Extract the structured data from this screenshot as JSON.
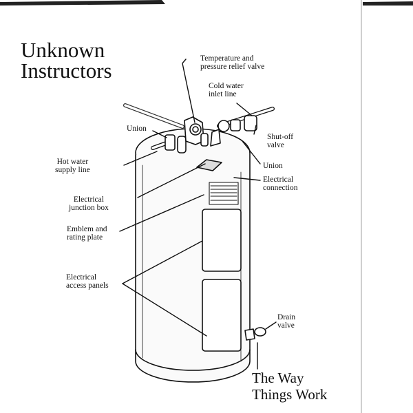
{
  "heading": {
    "line1": "Unknown",
    "line2": "Instructors"
  },
  "footer": {
    "line1": "The Way",
    "line2": "Things Work"
  },
  "labels": {
    "temp_valve": {
      "line1": "Temperature and",
      "line2": "pressure relief valve"
    },
    "cold_water": {
      "line1": "Cold water",
      "line2": "inlet line"
    },
    "union_left": "Union",
    "shutoff": {
      "line1": "Shut-off",
      "line2": "valve"
    },
    "hot_water": {
      "line1": "Hot water",
      "line2": "supply line"
    },
    "union_right": "Union",
    "elec_connection": {
      "line1": "Electrical",
      "line2": "connection"
    },
    "junction_box": {
      "line1": "Electrical",
      "line2": "junction box"
    },
    "emblem": {
      "line1": "Emblem and",
      "line2": "rating plate"
    },
    "access_panels": {
      "line1": "Electrical",
      "line2": "access panels"
    },
    "drain": {
      "line1": "Drain",
      "line2": "valve"
    }
  }
}
